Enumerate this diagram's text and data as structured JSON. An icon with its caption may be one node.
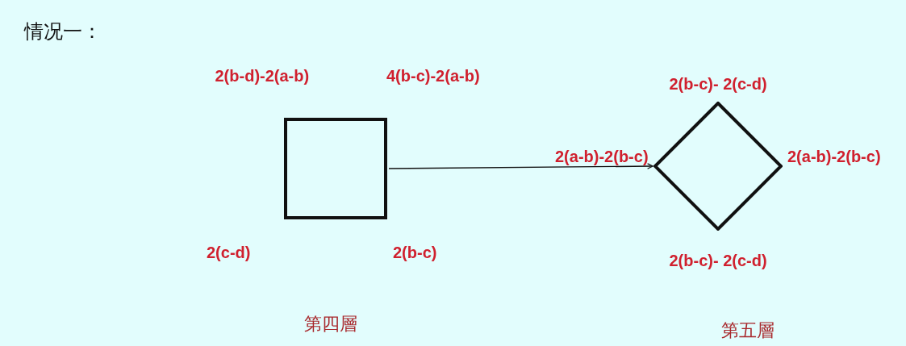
{
  "diagram": {
    "title": "情况一：",
    "nodes": [
      {
        "text": [],
        "shape": "box",
        "beside": [
          "2(b-d)-2(a-b)",
          "4(b-c)-2(a-b)",
          "2(c-d)",
          "2(b-c)",
          "第四層"
        ]
      },
      {
        "text": [],
        "shape": "diamond",
        "beside": [
          "2(b-c)- 2(c-d)",
          "2(a-b)-2(b-c)",
          "2(a-b)-2(b-c)",
          "2(b-c)- 2(c-d)",
          "第五層"
        ]
      }
    ],
    "edges": [
      {
        "from": 0,
        "to": 1,
        "arrow": "to"
      }
    ]
  }
}
